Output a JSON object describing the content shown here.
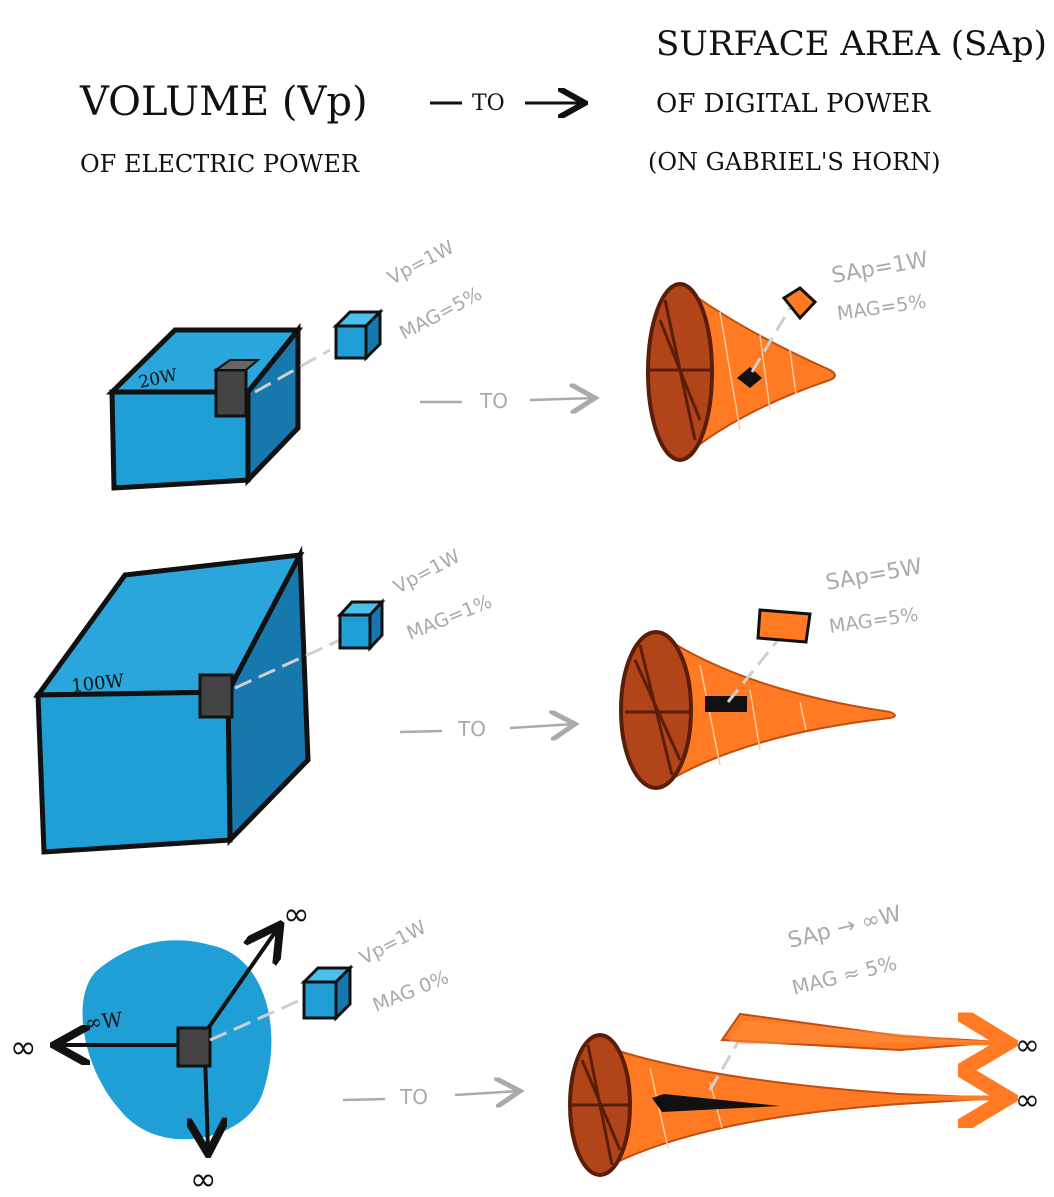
{
  "header": {
    "left_line1": "VOLUME (Vp)",
    "left_line2": "OF ELECTRIC POWER",
    "arrow_label": "TO",
    "right_line1": "SURFACE AREA (SAp)",
    "right_line2": "OF DIGITAL POWER",
    "right_line3": "(ON GABRIEL'S HORN)"
  },
  "rows": [
    {
      "cube_label": "20W",
      "vp_label": "Vp=1W",
      "vp_mag": "MAG=5%",
      "arrow_label": "TO",
      "sa_label": "SAp=1W",
      "sa_mag": "MAG=5%"
    },
    {
      "cube_label": "100W",
      "vp_label": "Vp=1W",
      "vp_mag": "MAG=1%",
      "arrow_label": "TO",
      "sa_label": "SAp=5W",
      "sa_mag": "MAG=5%"
    },
    {
      "cube_label": "∞W",
      "vp_label": "Vp=1W",
      "vp_mag": "MAG 0%",
      "arrow_label": "TO",
      "sa_label": "SAp → ∞W",
      "sa_mag": "MAG ≈ 5%"
    }
  ],
  "infinity_symbol": "∞",
  "colors": {
    "cube_blue": "#1f9fd6",
    "cube_blue_dark": "#1678ad",
    "horn_orange": "#ff7a22",
    "horn_dark": "#8a3314",
    "ink": "#111111",
    "annotation_gray": "#aaaaaa"
  }
}
